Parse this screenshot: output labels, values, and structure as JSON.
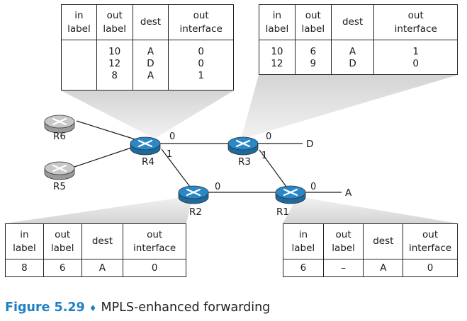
{
  "routers": {
    "R1": {
      "name": "R1"
    },
    "R2": {
      "name": "R2"
    },
    "R3": {
      "name": "R3"
    },
    "R4": {
      "name": "R4"
    },
    "R5": {
      "name": "R5"
    },
    "R6": {
      "name": "R6"
    }
  },
  "ports": {
    "r4_0": "0",
    "r4_1": "1",
    "r3_0": "0",
    "r3_1": "1",
    "r2_0": "0",
    "r1_0": "0"
  },
  "destinations": {
    "D": "D",
    "A": "A"
  },
  "headers": {
    "in": [
      "in",
      "label"
    ],
    "out": [
      "out",
      "label"
    ],
    "dest": "dest",
    "iface": [
      "out",
      "interface"
    ]
  },
  "tables": {
    "r4": {
      "in": [
        ""
      ],
      "out": [
        "10",
        "12",
        "8"
      ],
      "dest": [
        "A",
        "D",
        "A"
      ],
      "iface": [
        "0",
        "0",
        "1"
      ]
    },
    "r3": {
      "in": [
        "10",
        "12"
      ],
      "out": [
        "6",
        "9"
      ],
      "dest": [
        "A",
        "D"
      ],
      "iface": [
        "1",
        "0"
      ]
    },
    "r2": {
      "in": [
        "8"
      ],
      "out": [
        "6"
      ],
      "dest": [
        "A"
      ],
      "iface": [
        "0"
      ]
    },
    "r1": {
      "in": [
        "6"
      ],
      "out": [
        "–"
      ],
      "dest": [
        "A"
      ],
      "iface": [
        "0"
      ]
    }
  },
  "caption": {
    "label": "Figure 5.29",
    "separator": "♦",
    "text": "MPLS-enhanced forwarding"
  },
  "colors": {
    "router_active": "#2b88c8",
    "router_inactive": "#c8c8c8",
    "callout": "#d9d9d9",
    "caption_accent": "#1f7fc4"
  }
}
